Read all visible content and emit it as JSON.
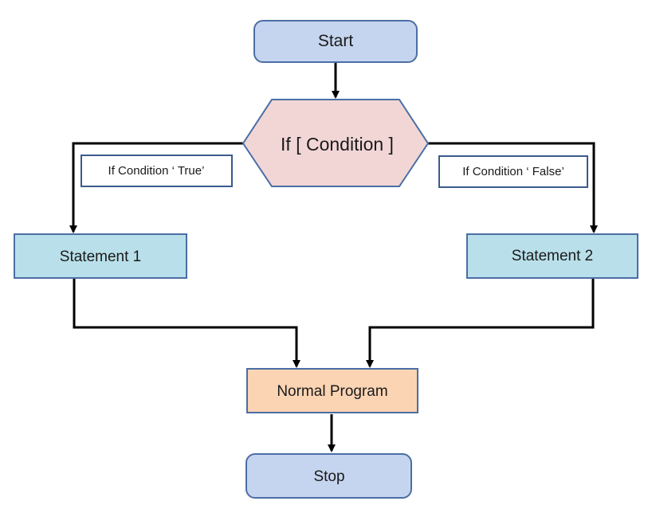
{
  "nodes": {
    "start": "Start",
    "condition": "If [ Condition ]",
    "statement1": "Statement 1",
    "statement2": "Statement 2",
    "normal_program": "Normal Program",
    "stop": "Stop"
  },
  "edge_labels": {
    "true_branch": "If Condition ‘ True’",
    "false_branch": "If Condition ‘ False’"
  },
  "colors": {
    "terminal_fill": "#c6d5ef",
    "terminal_stroke": "#4a6ea5",
    "condition_fill": "#f2d6d6",
    "condition_stroke": "#4a6ea5",
    "statement_fill": "#b9e0ea",
    "statement_stroke": "#4a6ea5",
    "process_fill": "#fbd4b4",
    "process_stroke": "#4a6ea5",
    "label_stroke": "#3b5a8c",
    "arrow": "#000000"
  }
}
